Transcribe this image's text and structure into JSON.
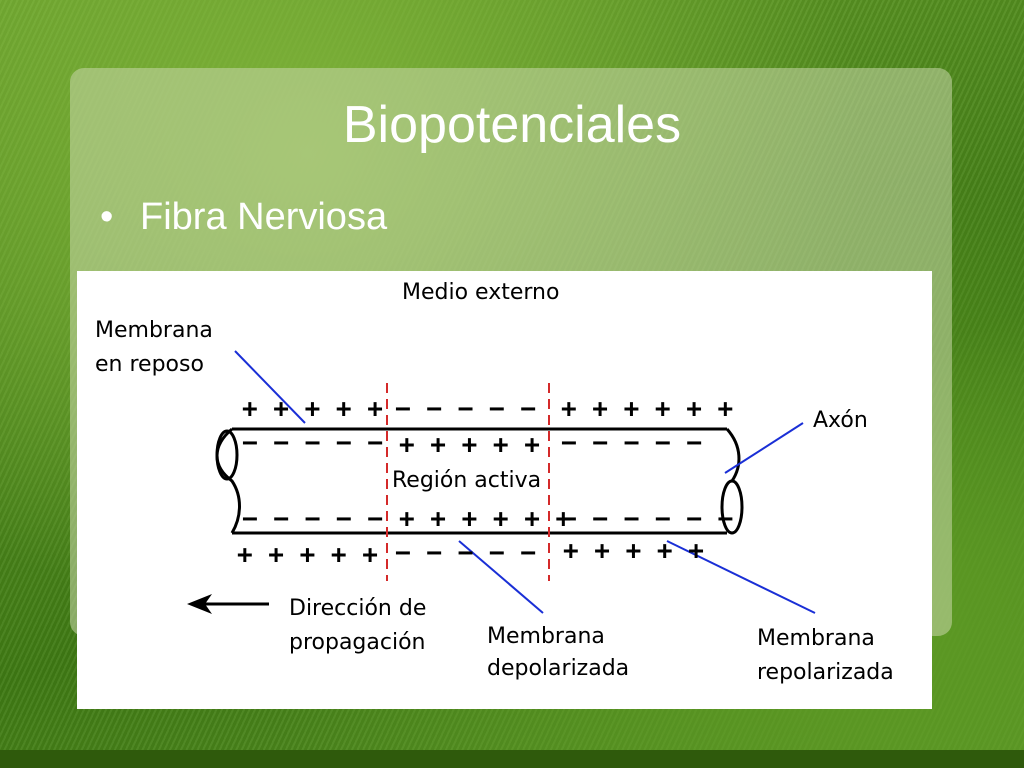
{
  "slide": {
    "title": "Biopotenciales",
    "bullet": "•",
    "subtitle": "Fibra Nerviosa"
  },
  "diagram": {
    "medio_externo": "Medio externo",
    "membrana_reposo_1": "Membrana",
    "membrana_reposo_2": "en reposo",
    "axon": "Axón",
    "region_activa": "Región activa",
    "direccion_1": "Dirección de",
    "direccion_2": "propagación",
    "depolarizada_1": "Membrana",
    "depolarizada_2": "depolarizada",
    "repolarizada_1": "Membrana",
    "repolarizada_2": "repolarizada",
    "top_outer": [
      "+ + + + +",
      "− − − − −",
      "+ + + + + +"
    ],
    "top_inner": [
      "− − − − −",
      "+ + + + +",
      "− − − − −"
    ],
    "bottom_inner": [
      "− − − − −",
      "+ + + + + +",
      "− − − − − −"
    ],
    "bottom_outer": [
      "+ + + + +",
      "− − − − −",
      "+ + + + +"
    ]
  },
  "colors": {
    "dashed_line": "#d42a2a",
    "pointer_line": "#1a2fd6",
    "ink": "#000000"
  }
}
